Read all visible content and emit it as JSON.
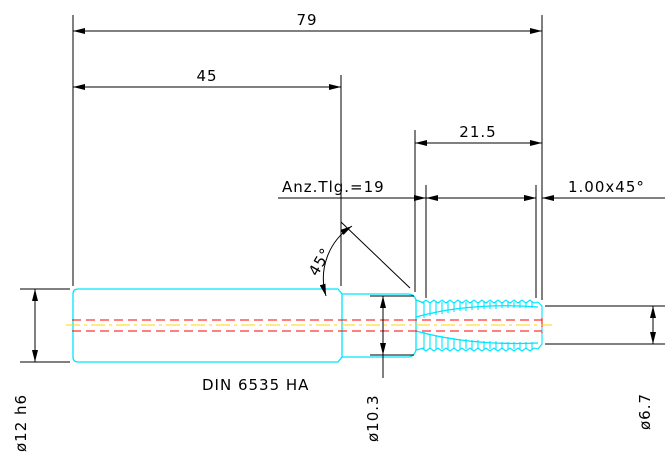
{
  "drawing": {
    "dimensions": {
      "overall_length": "79",
      "shank_length": "45",
      "thread_length": "21.5",
      "flute_count": "Anz.Tlg.=19",
      "chamfer": "1.00x45°",
      "angle": "45°",
      "shank_diameter": "ø12 h6",
      "neck_diameter": "ø10.3",
      "tip_diameter": "ø6.7"
    },
    "standard": "DIN 6535 HA",
    "colors": {
      "outline": "#00e5ff",
      "dimension": "#000000",
      "hidden_line": "#ff0000",
      "center_line": "#ffd700"
    }
  }
}
